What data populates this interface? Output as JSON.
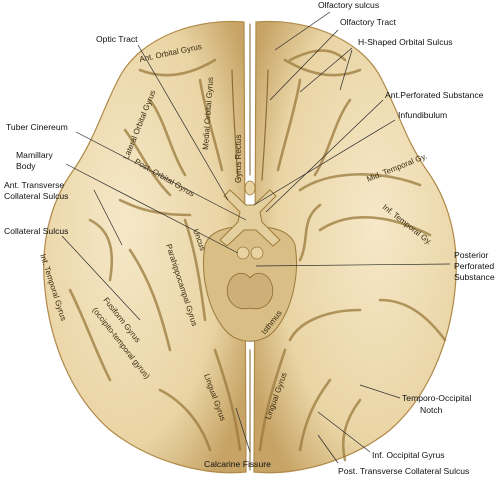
{
  "colors": {
    "cortex": "#e9d4a4",
    "cortex_light": "#f6e8c8",
    "cortex_shadow": "#c7a466",
    "sulcus": "#8d6a2f",
    "midbrain": "#d9bf86",
    "leader_line": "#2b2b2b",
    "label_text": "#111111"
  },
  "labels": {
    "olfactory_sulcus": "Olfactory sulcus",
    "olfactory_tract": "Olfactory Tract",
    "optic_tract": "Optic Tract",
    "h_shaped_orbital_sulcus": "H-Shaped Orbital Sulcus",
    "ant_perforated_substance": "Ant.Perforated Substance",
    "infundibulum": "Infundibulum",
    "tuber_cinereum": "Tuber Cinereum",
    "mamillary_line1": "Mamillary",
    "mamillary_line2": "Body",
    "ant_transverse_line1": "Ant. Transverse",
    "ant_transverse_line2": "Collateral Sulcus",
    "collateral_sulcus": "Collateral Sulcus",
    "posterior_line1": "Posterior",
    "posterior_line2": "Perforated",
    "posterior_line3": "Substance",
    "temporo_occipital_line1": "Temporo-Occipital",
    "temporo_occipital_line2": "Notch",
    "inf_occipital_gyrus": "Inf. Occipital Gyrus",
    "calcarine_fissure": "Calcarine Fissure",
    "post_transverse_collateral_sulcus": "Post. Transverse Collateral Sulcus"
  },
  "inline_labels": {
    "ant_orbital_gyrus": "Ant. Orbital Gyrus",
    "lateral_orbital_gyrus": "Lateral Orbital Gyrus",
    "medial_orbital_gyrus": "Medial Orbital Gyrus",
    "gyrus_rectus": "Gyrus Rectus",
    "post_orbital_gyrus": "Post. Orbital Gyrus",
    "mid_temporal_gy": "Mid. Temporal Gy.",
    "inf_temporal_gy_right": "Inf. Temporal Gy.",
    "inf_temporal_gyrus_left": "Inf. Temporal Gyrus",
    "parahippocampal_gyrus": "Parahippocampal Gyrus",
    "uncus": "Uncus",
    "fusiform_line1": "Fusiform Gyrus",
    "fusiform_line2": "(occipito-temporal gyrus)",
    "isthmus": "Isthmus",
    "lingual_gyrus_left": "Lingual Gyrus",
    "lingual_gyrus_right": "Lingual Gyrus"
  }
}
